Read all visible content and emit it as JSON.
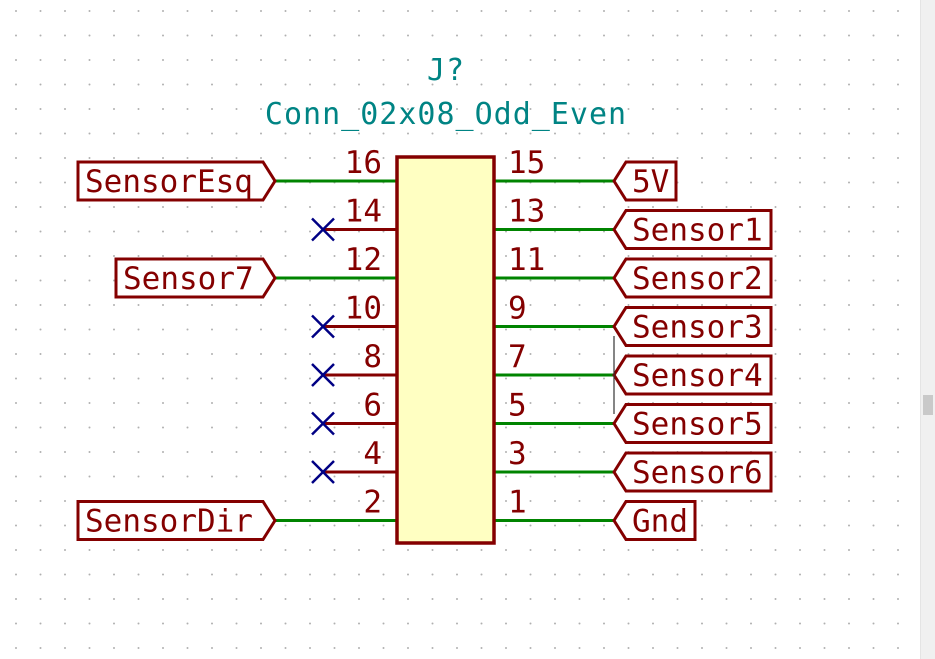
{
  "component": {
    "reference": "J?",
    "value": "Conn_02x08_Odd_Even"
  },
  "left_pins": [
    {
      "number": "16",
      "label": "SensorEsq",
      "nc": false
    },
    {
      "number": "14",
      "label": "",
      "nc": true
    },
    {
      "number": "12",
      "label": "Sensor7",
      "nc": false
    },
    {
      "number": "10",
      "label": "",
      "nc": true
    },
    {
      "number": "8",
      "label": "",
      "nc": true
    },
    {
      "number": "6",
      "label": "",
      "nc": true
    },
    {
      "number": "4",
      "label": "",
      "nc": true
    },
    {
      "number": "2",
      "label": "SensorDir",
      "nc": false
    }
  ],
  "right_pins": [
    {
      "number": "15",
      "label": "5V"
    },
    {
      "number": "13",
      "label": "Sensor1"
    },
    {
      "number": "11",
      "label": "Sensor2"
    },
    {
      "number": "9",
      "label": "Sensor3"
    },
    {
      "number": "7",
      "label": "Sensor4"
    },
    {
      "number": "5",
      "label": "Sensor5"
    },
    {
      "number": "3",
      "label": "Sensor6"
    },
    {
      "number": "1",
      "label": "Gnd"
    }
  ],
  "colors": {
    "component_outline": "#840000",
    "component_fill": "#ffffc2",
    "wire": "#008400",
    "reference_text": "#008484",
    "no_connect": "#000084",
    "grid_dot": "#b0b0b0"
  }
}
